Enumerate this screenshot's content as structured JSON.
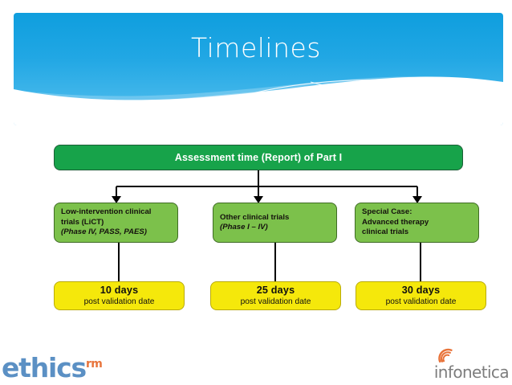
{
  "slide": {
    "title": "Timelines",
    "background_color": "#ffffff"
  },
  "banner": {
    "gradient_top": "#0f9ede",
    "gradient_bottom": "#57bdec",
    "title_color": "#ffffff"
  },
  "diagram": {
    "root": {
      "label": "Assessment time (Report) of Part I",
      "fill": "#17a34a",
      "border": "#1b5e36",
      "text_color": "#ffffff"
    },
    "branches": [
      {
        "lines": [
          "Low-intervention clinical",
          "trials (LiCT)"
        ],
        "italic_line": "(Phase IV, PASS, PAES)",
        "fill": "#7cc14b",
        "border": "#3f6b25"
      },
      {
        "lines": [
          "Other clinical trials"
        ],
        "italic_line": "(Phase I – IV)",
        "fill": "#7cc14b",
        "border": "#3f6b25"
      },
      {
        "lines": [
          "Special Case:",
          "Advanced therapy",
          "clinical trials"
        ],
        "italic_line": "",
        "fill": "#7cc14b",
        "border": "#3f6b25"
      }
    ],
    "results": [
      {
        "days": "10 days",
        "subtext": "post validation date",
        "fill": "#f5e80b",
        "border": "#b9ab0c"
      },
      {
        "days": "25 days",
        "subtext": "post validation date",
        "fill": "#f5e80b",
        "border": "#b9ab0c"
      },
      {
        "days": "30 days",
        "subtext": "post validation date",
        "fill": "#f5e80b",
        "border": "#b9ab0c"
      }
    ],
    "connector_color": "#000000"
  },
  "footer": {
    "left_logo": {
      "name": "ethics",
      "superscript": "rm",
      "text_color": "#5b90c4",
      "superscript_color": "#e8743b"
    },
    "right_logo": {
      "name": "infonetica",
      "icon": "wifi-signal-icon",
      "text_color": "#7d7d7d",
      "icon_color": "#e8743b"
    }
  }
}
